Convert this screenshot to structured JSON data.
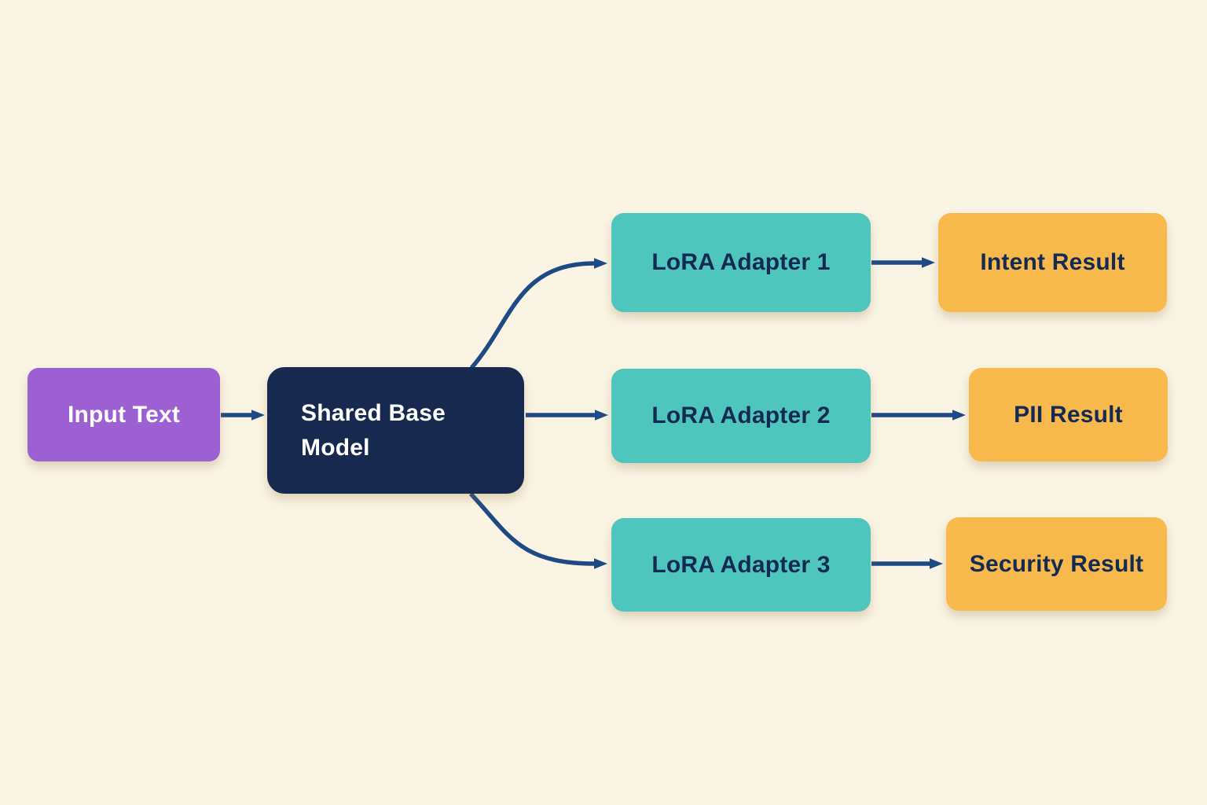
{
  "colors": {
    "bg": "#faf4e4",
    "purple": "#9c60d2",
    "navy": "#17294f",
    "teal": "#4fc6bd",
    "orange": "#f7b94b",
    "edge": "#1d4a84",
    "text-light": "#ffffff",
    "text-dark": "#132a52"
  },
  "diagram": {
    "nodes": {
      "input": "Input Text",
      "base": "Shared Base Model",
      "lora1": "LoRA Adapter 1",
      "lora2": "LoRA Adapter 2",
      "lora3": "LoRA Adapter 3",
      "intent": "Intent Result",
      "pii": "PII Result",
      "security": "Security Result"
    },
    "edges": [
      {
        "from": "Input Text",
        "to": "Shared Base Model"
      },
      {
        "from": "Shared Base Model",
        "to": "LoRA Adapter 1"
      },
      {
        "from": "Shared Base Model",
        "to": "LoRA Adapter 2"
      },
      {
        "from": "Shared Base Model",
        "to": "LoRA Adapter 3"
      },
      {
        "from": "LoRA Adapter 1",
        "to": "Intent Result"
      },
      {
        "from": "LoRA Adapter 2",
        "to": "PII Result"
      },
      {
        "from": "LoRA Adapter 3",
        "to": "Security Result"
      }
    ]
  }
}
